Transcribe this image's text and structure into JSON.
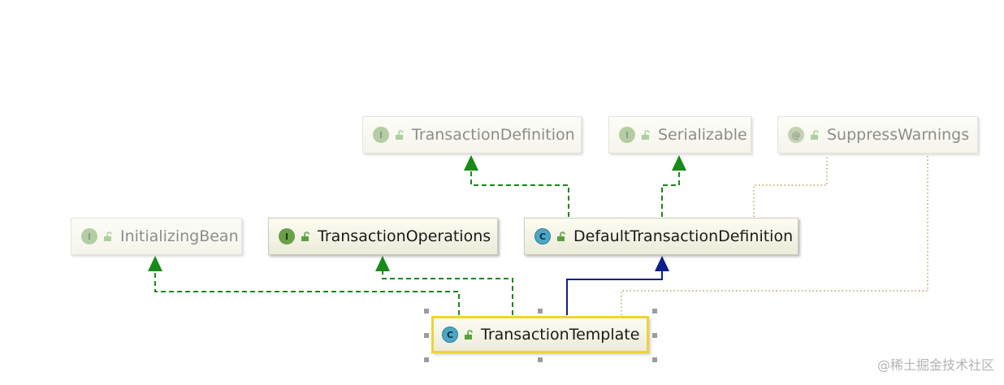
{
  "diagram": {
    "nodes": [
      {
        "id": "transaction_definition",
        "name": "TransactionDefinition",
        "kind": "I",
        "faded": true
      },
      {
        "id": "serializable",
        "name": "Serializable",
        "kind": "I",
        "faded": true
      },
      {
        "id": "suppress_warnings",
        "name": "SuppressWarnings",
        "kind": "@",
        "faded": true
      },
      {
        "id": "initializing_bean",
        "name": "InitializingBean",
        "kind": "I",
        "faded": true
      },
      {
        "id": "transaction_operations",
        "name": "TransactionOperations",
        "kind": "I",
        "faded": false
      },
      {
        "id": "default_transaction_definition",
        "name": "DefaultTransactionDefinition",
        "kind": "C",
        "faded": false
      },
      {
        "id": "transaction_template",
        "name": "TransactionTemplate",
        "kind": "C",
        "faded": false,
        "selected": true
      }
    ],
    "edges": [
      {
        "from": "default_transaction_definition",
        "to": "transaction_definition",
        "relation": "implements"
      },
      {
        "from": "default_transaction_definition",
        "to": "serializable",
        "relation": "implements"
      },
      {
        "from": "default_transaction_definition",
        "to": "suppress_warnings",
        "relation": "annotated"
      },
      {
        "from": "transaction_template",
        "to": "initializing_bean",
        "relation": "implements"
      },
      {
        "from": "transaction_template",
        "to": "transaction_operations",
        "relation": "implements"
      },
      {
        "from": "transaction_template",
        "to": "default_transaction_definition",
        "relation": "extends"
      },
      {
        "from": "transaction_template",
        "to": "suppress_warnings",
        "relation": "annotated"
      }
    ],
    "colors": {
      "implements": "#178a17",
      "extends": "#0d1f8c",
      "annotated": "#b8a050",
      "interface_icon": "#6a9f48",
      "class_icon": "#4da6c4",
      "selection_border": "#f1d233"
    }
  },
  "watermark": "@稀土掘金技术社区"
}
